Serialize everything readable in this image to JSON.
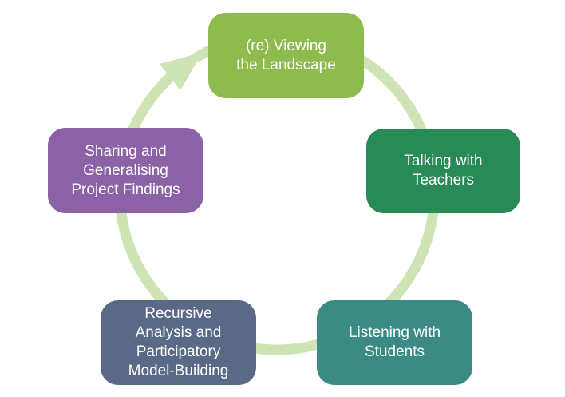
{
  "diagram": {
    "type": "cycle",
    "ring_color": "#cfe4b4",
    "nodes": [
      {
        "id": "viewing",
        "lines": [
          "(re) Viewing",
          "the Landscape"
        ],
        "color": "#8dbb4e"
      },
      {
        "id": "talking",
        "lines": [
          "Talking with",
          "Teachers"
        ],
        "color": "#288a56"
      },
      {
        "id": "listening",
        "lines": [
          "Listening with",
          "Students"
        ],
        "color": "#3b8b84"
      },
      {
        "id": "recursive",
        "lines": [
          "Recursive",
          "Analysis and",
          "Participatory",
          "Model-Building"
        ],
        "color": "#5a6a86"
      },
      {
        "id": "sharing",
        "lines": [
          "Sharing and",
          "Generalising",
          "Project Findings"
        ],
        "color": "#8b62a6"
      }
    ]
  }
}
